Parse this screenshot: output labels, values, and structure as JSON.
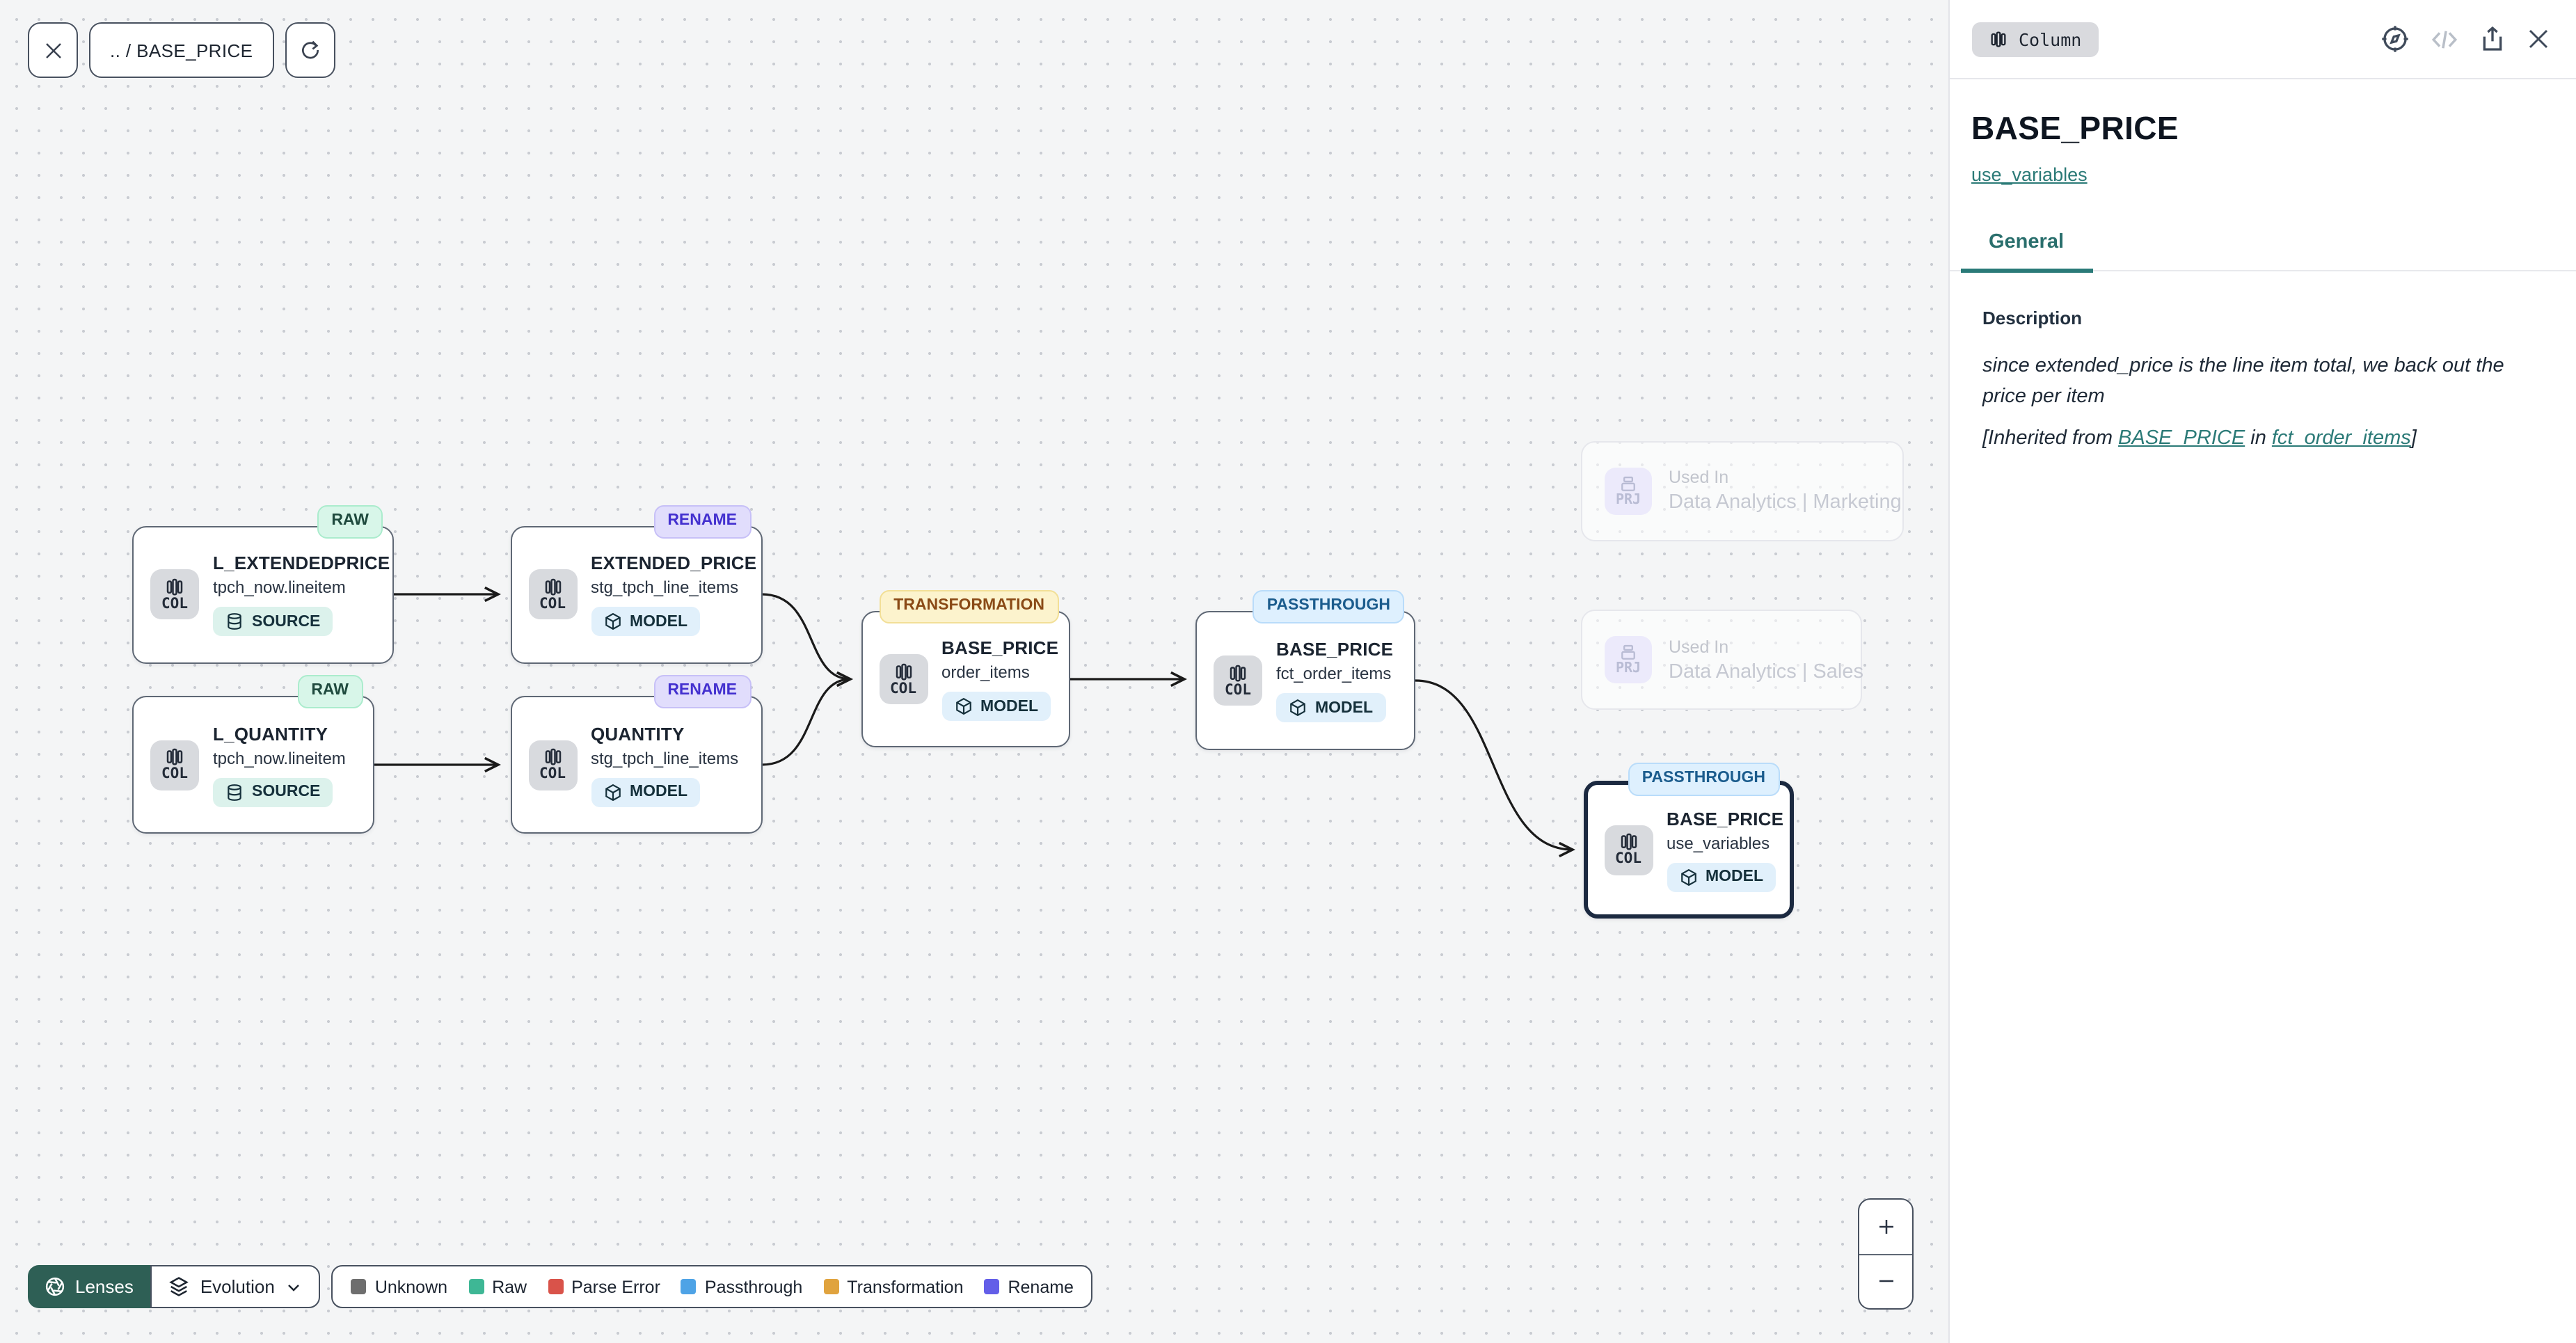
{
  "toolbar": {
    "breadcrumb": ".. / BASE_PRICE"
  },
  "panel": {
    "type_badge": "Column",
    "title": "BASE_PRICE",
    "model_link": "use_variables",
    "tab_general": "General",
    "description_label": "Description",
    "description": "since extended_price is the line item total, we back out the price per item",
    "inherited_prefix": "[Inherited from ",
    "inherited_link_column": "BASE_PRICE",
    "inherited_mid": " in ",
    "inherited_link_model": "fct_order_items",
    "inherited_suffix": "]"
  },
  "nodes": [
    {
      "badge": "RAW",
      "title": "L_EXTENDEDPRICE",
      "subtitle": "tpch_now.lineitem",
      "chip": "COL",
      "kind": "SOURCE"
    },
    {
      "badge": "RENAME",
      "title": "EXTENDED_PRICE",
      "subtitle": "stg_tpch_line_items",
      "chip": "COL",
      "kind": "MODEL"
    },
    {
      "badge": "RAW",
      "title": "L_QUANTITY",
      "subtitle": "tpch_now.lineitem",
      "chip": "COL",
      "kind": "SOURCE"
    },
    {
      "badge": "RENAME",
      "title": "QUANTITY",
      "subtitle": "stg_tpch_line_items",
      "chip": "COL",
      "kind": "MODEL"
    },
    {
      "badge": "TRANSFORMATION",
      "title": "BASE_PRICE",
      "subtitle": "order_items",
      "chip": "COL",
      "kind": "MODEL"
    },
    {
      "badge": "PASSTHROUGH",
      "title": "BASE_PRICE",
      "subtitle": "fct_order_items",
      "chip": "COL",
      "kind": "MODEL"
    },
    {
      "badge": "PASSTHROUGH",
      "title": "BASE_PRICE",
      "subtitle": "use_variables",
      "chip": "COL",
      "kind": "MODEL"
    }
  ],
  "ghost_cards": [
    {
      "chip": "PRJ",
      "label": "Used In",
      "name": "Data Analytics | Marketing"
    },
    {
      "chip": "PRJ",
      "label": "Used In",
      "name": "Data Analytics | Sales"
    }
  ],
  "footer": {
    "lenses_label": "Lenses",
    "lens_selected": "Evolution",
    "legend": [
      {
        "label": "Unknown",
        "color": "#6e6e6e"
      },
      {
        "label": "Raw",
        "color": "#3eb795"
      },
      {
        "label": "Parse Error",
        "color": "#d9534a"
      },
      {
        "label": "Passthrough",
        "color": "#4ea3e6"
      },
      {
        "label": "Transformation",
        "color": "#e0a33e"
      },
      {
        "label": "Rename",
        "color": "#635ee8"
      }
    ]
  },
  "zoom_controls": {
    "zoom_in": "+",
    "zoom_out": "−"
  },
  "colors": {
    "accent_teal": "#2b7a77",
    "edge": "#1a1a1a"
  }
}
